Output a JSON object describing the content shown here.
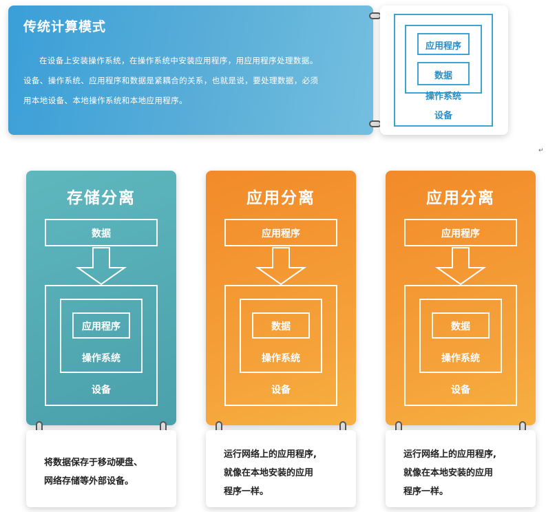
{
  "banner": {
    "title": "传统计算模式",
    "paragraph_line1": "在设备上安装操作系统，在操作系统中安装应用程序，用应用程序处理数据。",
    "paragraph_line2": "设备、操作系统、应用程序和数据是紧耦合的关系，也就是说，要处理数据，必须",
    "paragraph_line3": "用本地设备、本地操作系统和本地应用程序。"
  },
  "top_diagram": {
    "inner": "应用程序",
    "middle": "数据",
    "os": "操作系统",
    "device": "设备"
  },
  "columns": [
    {
      "title": "存储分离",
      "top_box": "数据",
      "inner_box": "应用程序",
      "os": "操作系统",
      "device": "设备",
      "note_lines": [
        "将数据保存于移动硬盘、",
        "网络存储等外部设备。"
      ]
    },
    {
      "title": "应用分离",
      "top_box": "应用程序",
      "inner_box": "数据",
      "os": "操作系统",
      "device": "设备",
      "note_lines": [
        "运行网络上的应用程序,",
        "就像在本地安装的应用",
        "程序一样。"
      ]
    },
    {
      "title": "应用分离",
      "top_box": "应用程序",
      "inner_box": "数据",
      "os": "操作系统",
      "device": "设备",
      "note_lines": [
        "运行网络上的应用程序,",
        "就像在本地安装的应用",
        "程序一样。"
      ]
    }
  ],
  "colors": {
    "banner_blue": "#3a9fd8",
    "teal": "#4aa0ab",
    "orange": "#f28a2a"
  }
}
